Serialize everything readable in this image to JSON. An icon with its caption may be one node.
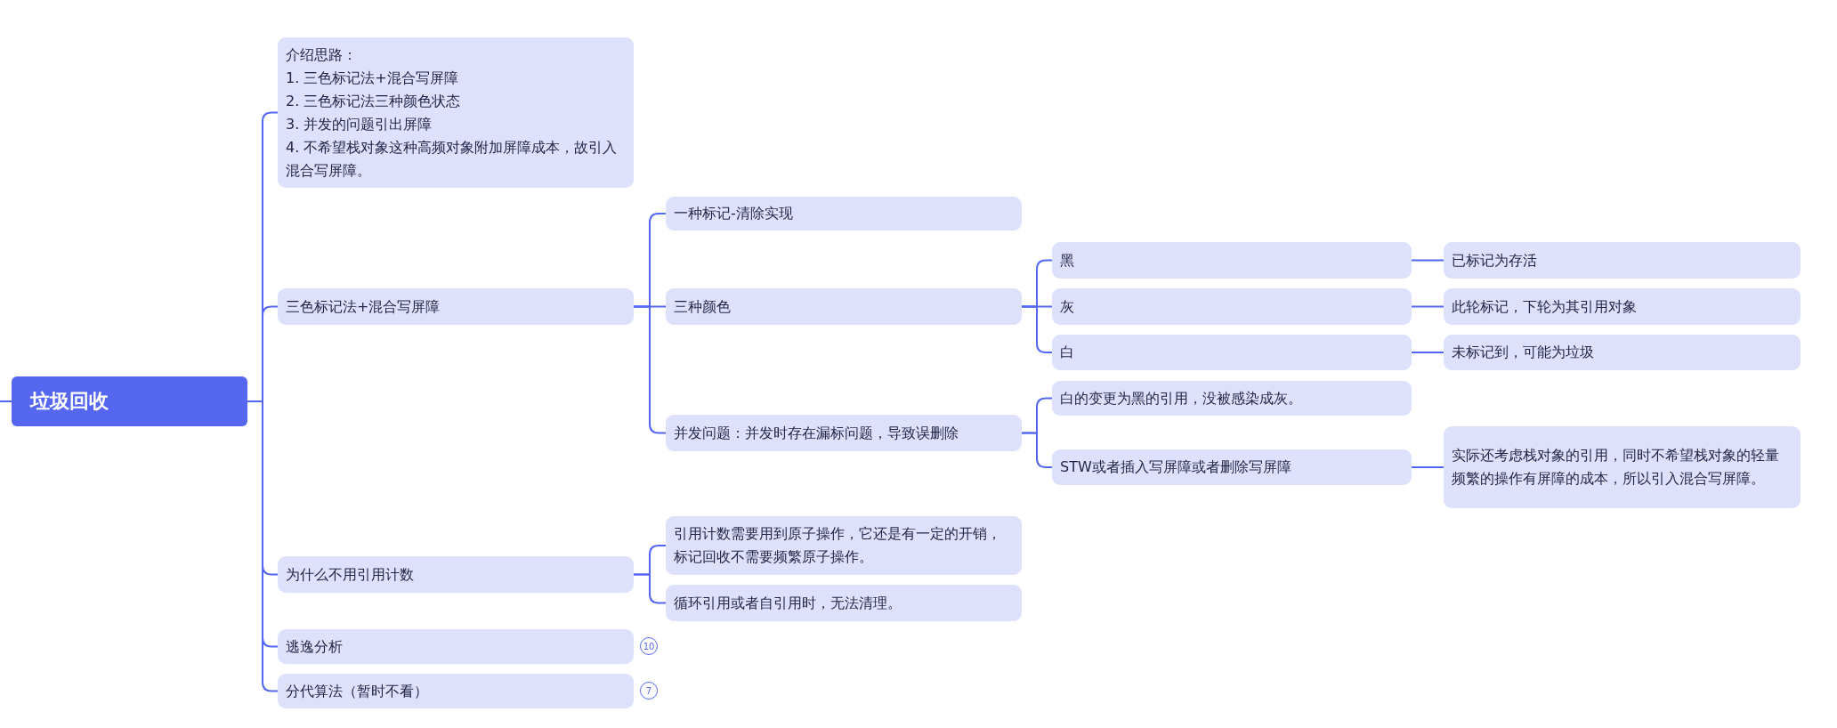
{
  "diagram": {
    "nodes": [
      {
        "text": [
          "垃圾回收"
        ]
      },
      {
        "text": [
          "介绍思路：",
          "1. 三色标记法+混合写屏障",
          "2. 三色标记法三种颜色状态",
          "3. 并发的问题引出屏障",
          "4. 不希望栈对象这种高频对象附加屏障成本，故引入混合写屏障。"
        ]
      },
      {
        "text": [
          "三色标记法+混合写屏障"
        ]
      },
      {
        "text": [
          "一种标记-清除实现"
        ]
      },
      {
        "text": [
          "三种颜色"
        ]
      },
      {
        "text": [
          "黑"
        ]
      },
      {
        "text": [
          "已标记为存活"
        ]
      },
      {
        "text": [
          "灰"
        ]
      },
      {
        "text": [
          "此轮标记，下轮为其引用对象"
        ]
      },
      {
        "text": [
          "白"
        ]
      },
      {
        "text": [
          "未标记到，可能为垃圾"
        ]
      },
      {
        "text": [
          "并发问题：并发时存在漏标问题，导致误删除"
        ]
      },
      {
        "text": [
          "白的变更为黑的引用，没被感染成灰。"
        ]
      },
      {
        "text": [
          "STW或者插入写屏障或者删除写屏障"
        ]
      },
      {
        "text": [
          "实际还考虑栈对象的引用，同时不希望栈对象的轻量频繁的操作有屏障的成本，所以引入混合写屏障。"
        ]
      },
      {
        "text": [
          "为什么不用引用计数"
        ]
      },
      {
        "text": [
          "引用计数需要用到原子操作，它还是有一定的开销，标记回收不需要频繁原子操作。"
        ]
      },
      {
        "text": [
          "循环引用或者自引用时，无法清理。"
        ]
      },
      {
        "text": [
          "逃逸分析"
        ]
      },
      {
        "text": [
          "分代算法（暂时不看）"
        ]
      }
    ],
    "edges": [
      {
        "from": null,
        "to": 0,
        "arrow": "none"
      },
      {
        "from": 0,
        "to": 1,
        "arrow": "none"
      },
      {
        "from": 0,
        "to": 2,
        "arrow": "none"
      },
      {
        "from": 2,
        "to": 3,
        "arrow": "none"
      },
      {
        "from": 2,
        "to": 4,
        "arrow": "none"
      },
      {
        "from": 4,
        "to": 5,
        "arrow": "none"
      },
      {
        "from": 5,
        "to": 6,
        "arrow": "none"
      },
      {
        "from": 4,
        "to": 7,
        "arrow": "none"
      },
      {
        "from": 7,
        "to": 8,
        "arrow": "none"
      },
      {
        "from": 4,
        "to": 9,
        "arrow": "none"
      },
      {
        "from": 9,
        "to": 10,
        "arrow": "none"
      },
      {
        "from": 2,
        "to": 11,
        "arrow": "none"
      },
      {
        "from": 11,
        "to": 12,
        "arrow": "none"
      },
      {
        "from": 11,
        "to": 13,
        "arrow": "none"
      },
      {
        "from": 13,
        "to": 14,
        "arrow": "none"
      },
      {
        "from": 0,
        "to": 15,
        "arrow": "none"
      },
      {
        "from": 15,
        "to": 16,
        "arrow": "none"
      },
      {
        "from": 15,
        "to": 17,
        "arrow": "none"
      },
      {
        "from": 0,
        "to": 18,
        "arrow": "none"
      },
      {
        "from": 0,
        "to": 19,
        "arrow": "none"
      }
    ],
    "labels": [
      "10",
      "7"
    ]
  }
}
